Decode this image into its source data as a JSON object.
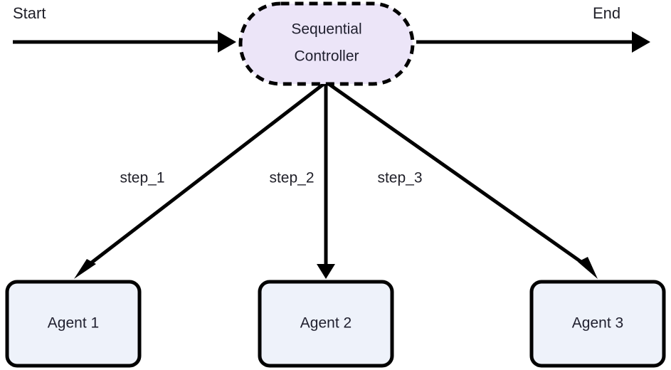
{
  "diagram": {
    "type": "flowchart",
    "direction": "top-down",
    "background_color": "#ffffff",
    "terminals": {
      "start_label": "Start",
      "end_label": "End"
    },
    "controller": {
      "id": "sequential-controller",
      "label_line_1": "Sequential",
      "label_line_2": "Controller",
      "shape": "stadium",
      "border_style": "dashed",
      "fill_color": "#ece5f8",
      "border_color": "#000000",
      "text_color": "#1f1f2e"
    },
    "agents": [
      {
        "id": "agent-1",
        "label": "Agent 1",
        "shape": "rounded-rect",
        "fill_color": "#eef2fa",
        "border_color": "#000000"
      },
      {
        "id": "agent-2",
        "label": "Agent 2",
        "shape": "rounded-rect",
        "fill_color": "#eef2fa",
        "border_color": "#000000"
      },
      {
        "id": "agent-3",
        "label": "Agent 3",
        "shape": "rounded-rect",
        "fill_color": "#eef2fa",
        "border_color": "#000000"
      }
    ],
    "edges": [
      {
        "id": "edge-step-1",
        "from": "sequential-controller",
        "to": "agent-1",
        "label": "step_1"
      },
      {
        "id": "edge-step-2",
        "from": "sequential-controller",
        "to": "agent-2",
        "label": "step_2"
      },
      {
        "id": "edge-step-3",
        "from": "sequential-controller",
        "to": "agent-3",
        "label": "step_3"
      }
    ],
    "flow_edges": [
      {
        "id": "edge-start",
        "from": "start",
        "to": "sequential-controller",
        "label": ""
      },
      {
        "id": "edge-end",
        "from": "sequential-controller",
        "to": "end",
        "label": ""
      }
    ]
  }
}
